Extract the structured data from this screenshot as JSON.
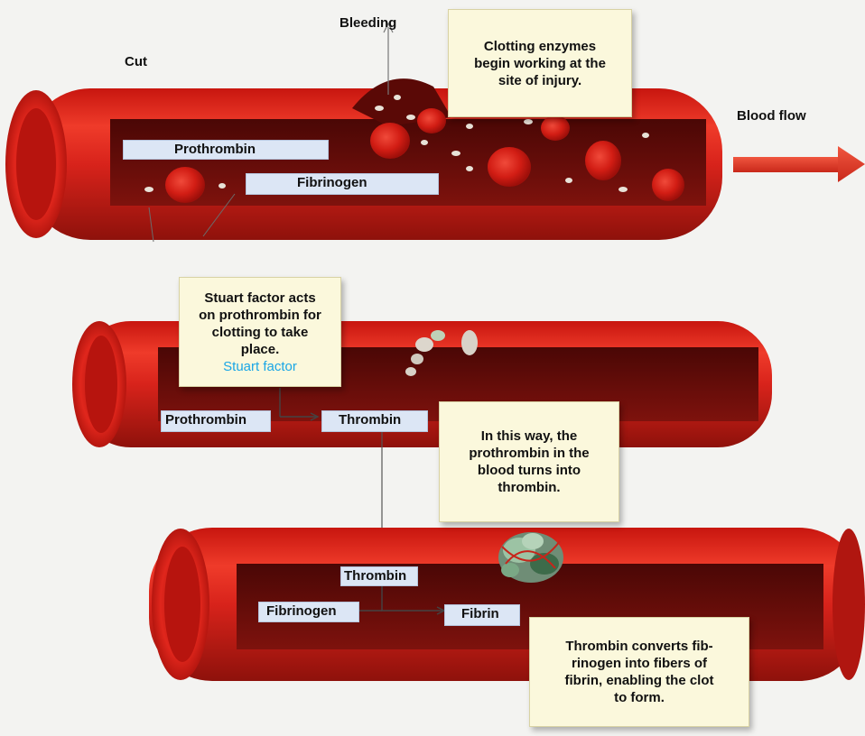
{
  "panel1": {
    "labels": {
      "cut": "Cut",
      "bleeding": "Bleeding",
      "blood_flow": "Blood flow",
      "prothrombin": "Prothrombin",
      "fibrinogen": "Fibrinogen"
    },
    "note": [
      "Clotting enzymes",
      "begin working at the",
      "site of injury."
    ]
  },
  "panel2": {
    "note": [
      "Stuart factor acts",
      "on prothrombin for",
      "clotting to take",
      "place."
    ],
    "stuart_factor": "Stuart factor",
    "prothrombin": "Prothrombin",
    "thrombin": "Thrombin",
    "note2": [
      "In this way, the",
      "prothrombin in the",
      "blood turns into",
      "thrombin."
    ]
  },
  "panel3": {
    "thrombin": "Thrombin",
    "fibrinogen": "Fibrinogen",
    "fibrin": "Fibrin",
    "note": [
      "Thrombin converts fib-",
      "rinogen into fibers of",
      "fibrin, enabling the clot",
      "to form."
    ]
  },
  "colors": {
    "vessel": "#d8231b",
    "vessel_dark": "#7d100c",
    "label_bg": "#dce6f5",
    "note_bg": "#fbf8dc",
    "accent_text": "#1aa6e6"
  }
}
